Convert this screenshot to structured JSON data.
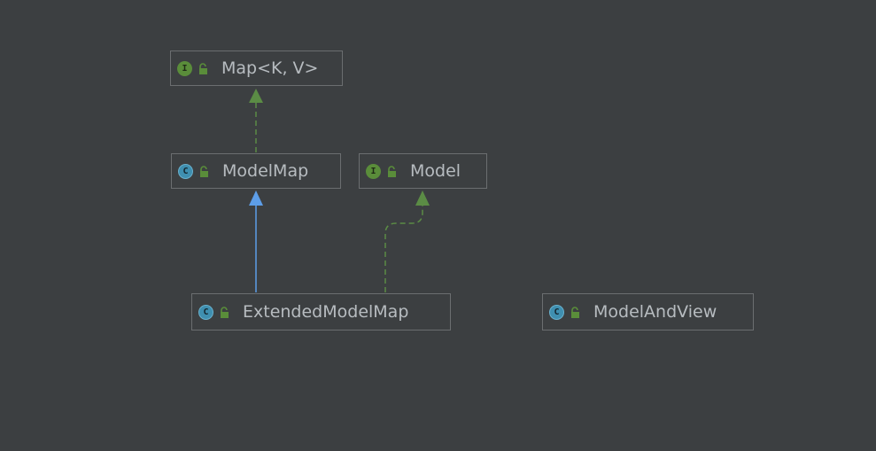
{
  "diagram": {
    "nodes": [
      {
        "id": "map",
        "kind": "interface",
        "badge": "I",
        "name": "Map<K, V>"
      },
      {
        "id": "modelmap",
        "kind": "class",
        "badge": "C",
        "name": "ModelMap"
      },
      {
        "id": "model",
        "kind": "interface",
        "badge": "I",
        "name": "Model"
      },
      {
        "id": "extendedmodelmap",
        "kind": "class",
        "badge": "C",
        "name": "ExtendedModelMap"
      },
      {
        "id": "modelandview",
        "kind": "class",
        "badge": "C",
        "name": "ModelAndView"
      }
    ],
    "edges": [
      {
        "from": "modelmap",
        "to": "map",
        "type": "implements"
      },
      {
        "from": "extendedmodelmap",
        "to": "modelmap",
        "type": "extends"
      },
      {
        "from": "extendedmodelmap",
        "to": "model",
        "type": "implements"
      }
    ],
    "colors": {
      "background": "#3c3f41",
      "node_border": "#6b6e70",
      "text": "#b7bcc0",
      "interface_badge": "#5a8d3a",
      "class_badge": "#3f8fb0",
      "implements_edge": "#5b8c45",
      "extends_edge": "#5d9ee8"
    },
    "icons": {
      "interface": "interface-icon",
      "class": "class-icon",
      "visibility": "unlocked-icon"
    }
  }
}
